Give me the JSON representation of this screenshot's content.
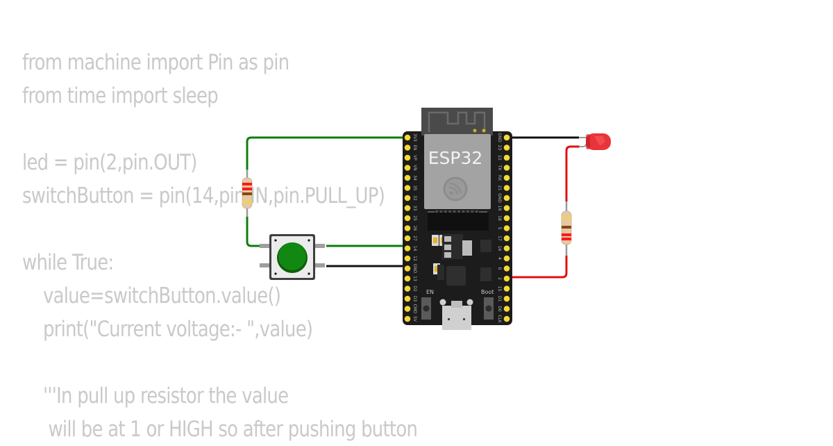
{
  "code": {
    "lines": [
      "from machine import Pin as pin",
      "from time import sleep",
      "",
      "led = pin(2,pin.OUT)",
      "switchButton = pin(14,pin.IN,pin.PULL_UP)",
      "",
      "while True:",
      "    value=switchButton.value()",
      "    print(\"Current voltage:- \",value)",
      "",
      "    '''In pull up resistor the value",
      "     will be at 1 or HIGH so after pushing button"
    ]
  },
  "board": {
    "name": "ESP32",
    "left_pins": [
      "3V3",
      "EN",
      "VP",
      "VN",
      "34",
      "35",
      "32",
      "33",
      "25",
      "26",
      "27",
      "14",
      "12",
      "GND",
      "13",
      "D2",
      "D3",
      "CMD",
      "5V"
    ],
    "right_pins": [
      "GND",
      "23",
      "22",
      "TX",
      "RX",
      "21",
      "GND",
      "19",
      "18",
      "5",
      "17",
      "16",
      "4",
      "0",
      "2",
      "15",
      "D1",
      "D0",
      "CLK"
    ],
    "button_labels": {
      "en": "EN",
      "boot": "Boot"
    },
    "logo_icon": "espressif-logo-icon"
  },
  "components": {
    "pullup_resistor": {
      "bands": [
        "#ff1a1a",
        "#ff1a1a",
        "#8b4513",
        "#f0d060"
      ]
    },
    "led_resistor": {
      "bands": [
        "#f0d060",
        "#8b4513",
        "#ff1a1a",
        "#ff1a1a"
      ]
    },
    "pushbutton": {
      "cap_color": "#118811"
    },
    "led": {
      "color": "#e8343a"
    }
  },
  "wires": {
    "green": "#0c7e0c",
    "black": "#111111",
    "red": "#e01010"
  },
  "colors": {
    "code_text": "#c9c9c9",
    "board": "#1c1c1c",
    "pin": "#f5d934"
  }
}
